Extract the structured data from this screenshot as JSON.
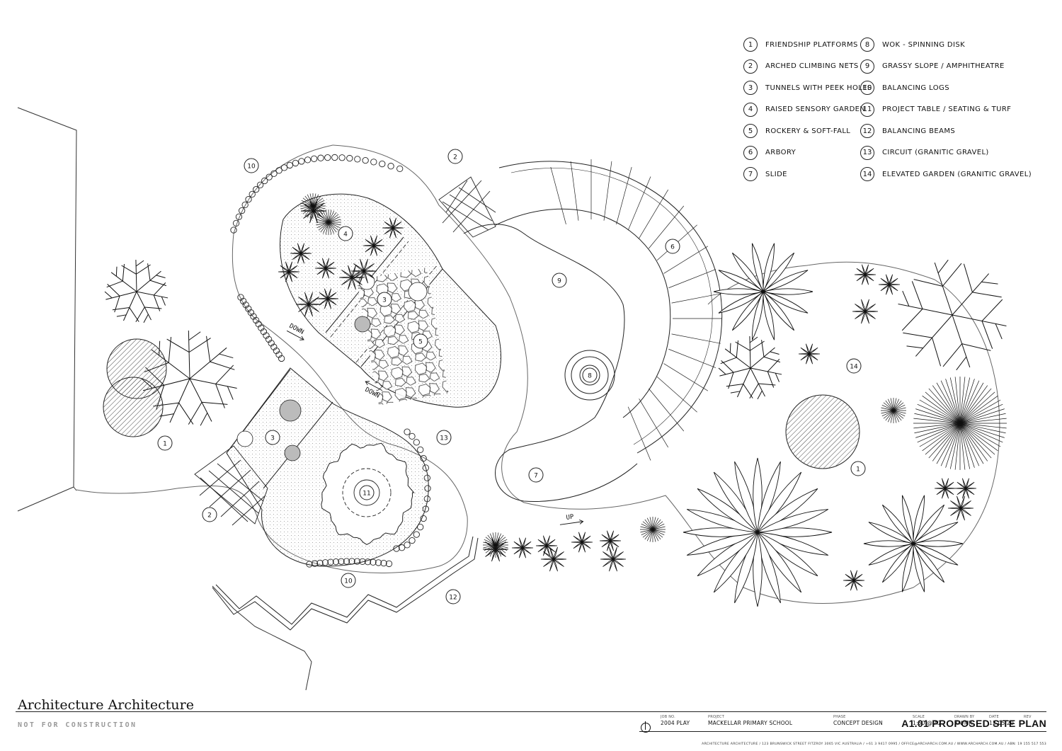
{
  "legend": {
    "left": [
      {
        "num": "1",
        "label": "FRIENDSHIP PLATFORMS"
      },
      {
        "num": "2",
        "label": "ARCHED CLIMBING NETS"
      },
      {
        "num": "3",
        "label": "TUNNELS WITH PEEK HOLES"
      },
      {
        "num": "4",
        "label": "RAISED SENSORY GARDEN"
      },
      {
        "num": "5",
        "label": "ROCKERY & SOFT-FALL"
      },
      {
        "num": "6",
        "label": "ARBORY"
      },
      {
        "num": "7",
        "label": "SLIDE"
      }
    ],
    "right": [
      {
        "num": "8",
        "label": "WOK - SPINNING DISK"
      },
      {
        "num": "9",
        "label": "GRASSY SLOPE / AMPHITHEATRE"
      },
      {
        "num": "10",
        "label": "BALANCING LOGS"
      },
      {
        "num": "11",
        "label": "PROJECT TABLE / SEATING & TURF"
      },
      {
        "num": "12",
        "label": "BALANCING BEAMS"
      },
      {
        "num": "13",
        "label": "CIRCUIT (GRANITIC GRAVEL)"
      },
      {
        "num": "14",
        "label": "ELEVATED GARDEN (GRANITIC GRAVEL)"
      }
    ]
  },
  "plan_tags": {
    "t1a": "1",
    "t1b": "1",
    "t2a": "2",
    "t2b": "2",
    "t3a": "3",
    "t3b": "3",
    "t4": "4",
    "t5": "5",
    "t6": "6",
    "t7": "7",
    "t8": "8",
    "t9": "9",
    "t10a": "10",
    "t10b": "10",
    "t11": "11",
    "t12": "12",
    "t13": "13",
    "t14": "14"
  },
  "annotations": {
    "down1": "DOWN",
    "down2": "DOWN",
    "up": "UP"
  },
  "brand": "Architecture Architecture",
  "stamp": "NOT FOR CONSTRUCTION",
  "sheet_title": "A1.01 PROPOSED SITE PLAN",
  "title_block": {
    "job_no_label": "JOB NO.",
    "job_no": "2004 PLAY",
    "project_label": "PROJECT",
    "project": "MACKELLAR PRIMARY SCHOOL",
    "phase_label": "PHASE",
    "phase": "CONCEPT DESIGN",
    "scale_label": "SCALE",
    "scale": "1:50 @ A2",
    "drawn_label": "DRAWN BY",
    "drawn": "XN/MR",
    "date_label": "DATE",
    "date": "12.05.20",
    "rev_label": "REV",
    "rev": "-",
    "footer": "ARCHITECTURE ARCHITECTURE / 123 BRUNSWICK STREET FITZROY 3065 VIC AUSTRALIA / +61 3 9417 0995 / OFFICE@ARCHARCH.COM.AU / WWW.ARCHARCH.COM.AU / ABN: 19 155 517 553"
  }
}
